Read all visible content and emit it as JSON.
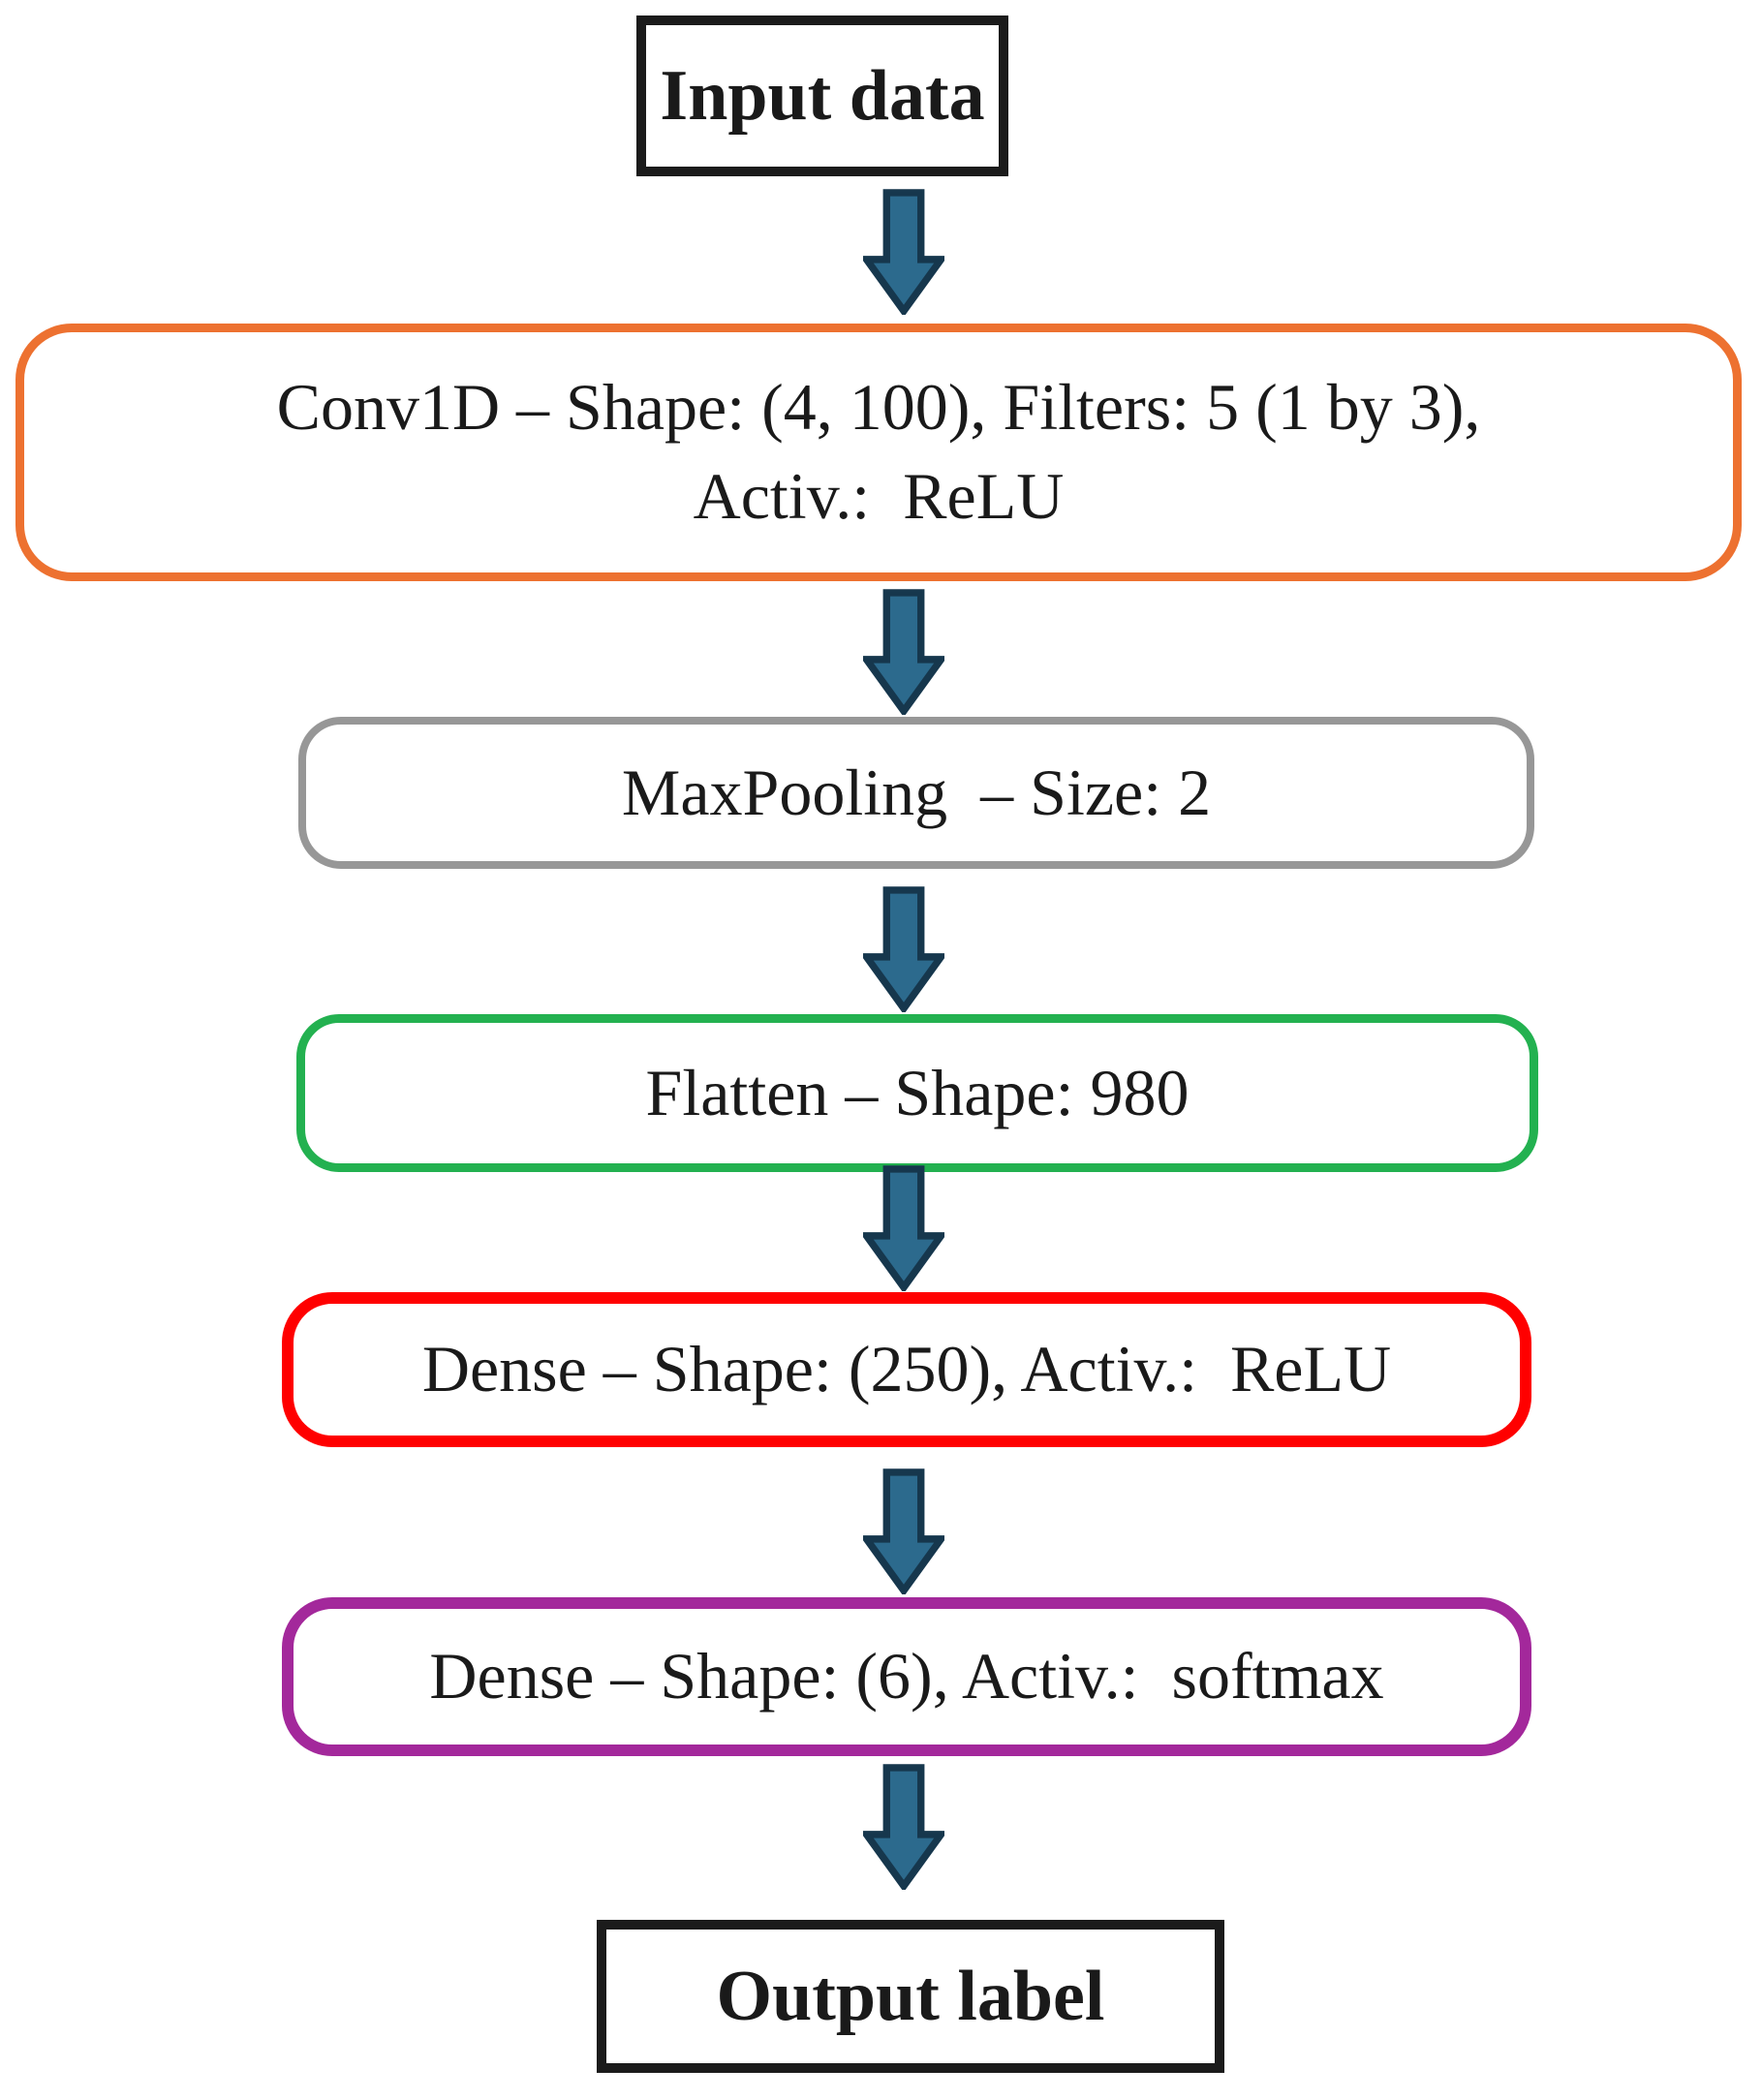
{
  "page": {
    "type": "neural-network-architecture-flowchart",
    "background_color": "#ffffff"
  },
  "nodes": {
    "input": {
      "label": "Input data",
      "shape": "rectangle",
      "border_color": "#1b1b1b",
      "text_style": "bold"
    },
    "conv": {
      "line1": "Conv1D – Shape: (4, 100), Filters: 5 (1 by 3),",
      "line2": "Activ.:  ReLU",
      "shape": "rounded-rectangle",
      "border_color": "#ED7130"
    },
    "maxpool": {
      "label": "MaxPooling  – Size: 2",
      "shape": "rounded-rectangle",
      "border_color": "#979797"
    },
    "flatten": {
      "label": "Flatten – Shape: 980",
      "shape": "rounded-rectangle",
      "border_color": "#23B150"
    },
    "dense1": {
      "label": "Dense – Shape: (250), Activ.:  ReLU",
      "shape": "rounded-rectangle",
      "border_color": "#FF0000"
    },
    "dense2": {
      "label": "Dense – Shape: (6), Activ.:  softmax",
      "shape": "rounded-rectangle",
      "border_color": "#A3289B"
    },
    "output": {
      "label": "Output label",
      "shape": "rectangle",
      "border_color": "#1b1b1b",
      "text_style": "bold"
    }
  },
  "arrows": {
    "count": 6,
    "direction": "down",
    "fill_color": "#2C6A8D",
    "outline_color": "#16374D"
  },
  "flow_order": [
    "input",
    "conv",
    "maxpool",
    "flatten",
    "dense1",
    "dense2",
    "output"
  ]
}
